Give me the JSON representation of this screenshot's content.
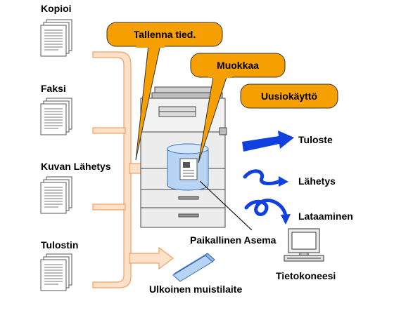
{
  "sources": {
    "copy": "Kopioi",
    "fax": "Faksi",
    "scan": "Kuvan Lähetys",
    "printer": "Tulostin"
  },
  "callouts": {
    "store": "Tallenna tied.",
    "edit": "Muokkaa",
    "reuse": "Uusiokäyttö"
  },
  "outputs": {
    "print": "Tuloste",
    "send": "Lähetys",
    "download": "Lataaminen"
  },
  "devices": {
    "local_drive": "Paikallinen Asema",
    "computer": "Tietokoneesi",
    "usb": "Ulkoinen muistilaite"
  },
  "colors": {
    "callout_fill": "#f5a000",
    "arrow_flow_fill": "#fce0c8",
    "arrow_flow_stroke": "#f5a060",
    "blue_arrow": "#1040e0",
    "drive_fill": "#b8d4f4"
  }
}
